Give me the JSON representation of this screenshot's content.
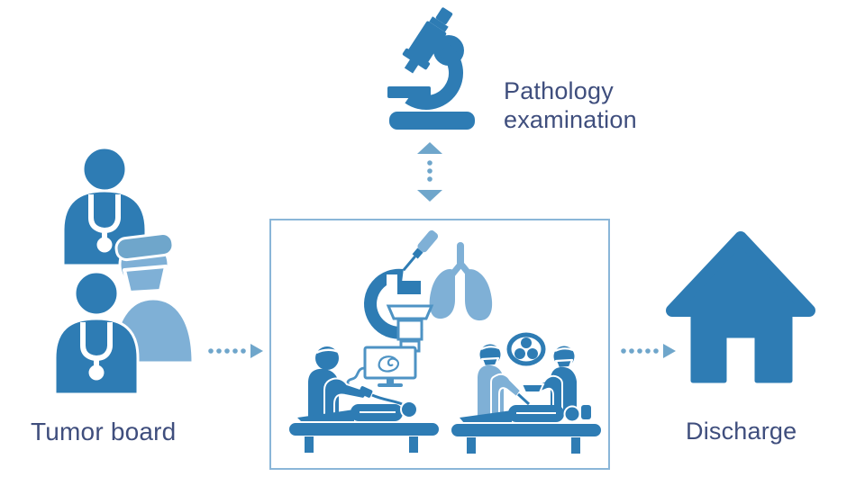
{
  "diagram": {
    "background_color": "#ffffff",
    "palette": {
      "primary_blue": "#2E7CB4",
      "light_blue": "#7FB0D6",
      "outline_blue": "#4E93C4",
      "arrow_blue": "#6FA6CB",
      "box_border_blue": "#8AB6D8",
      "label_navy": "#3F4E7D"
    },
    "nodes": {
      "pathology": {
        "label": "Pathology examination",
        "icon": "microscope-icon"
      },
      "tumor_board": {
        "label": "Tumor board",
        "icon": "tumor-board-clinicians-icon"
      },
      "procedure_room": {
        "icons": [
          "c-arm-icon",
          "lungs-icon",
          "biopsy-tool-icon",
          "image-guided-procedure-scene-icon",
          "surgery-scene-icon"
        ]
      },
      "discharge": {
        "label": "Discharge",
        "icon": "home-icon"
      }
    },
    "connections": [
      {
        "from": "pathology",
        "to": "procedure_room",
        "style": "dotted-double-arrow",
        "direction": "vertical"
      },
      {
        "from": "tumor_board",
        "to": "procedure_room",
        "style": "dotted-arrow",
        "direction": "right"
      },
      {
        "from": "procedure_room",
        "to": "discharge",
        "style": "dotted-arrow",
        "direction": "right"
      }
    ]
  }
}
